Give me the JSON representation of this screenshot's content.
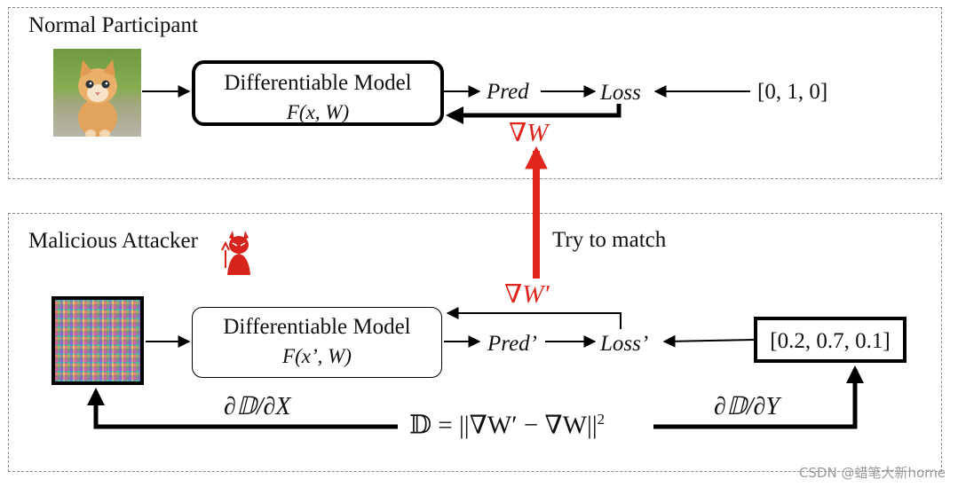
{
  "panels": {
    "normal": {
      "title": "Normal Participant"
    },
    "attacker": {
      "title": "Malicious Attacker"
    }
  },
  "normal": {
    "image_desc": "cat-photo",
    "model_title": "Differentiable Model",
    "model_fn": "F(x, W)",
    "pred": "Pred",
    "loss": "Loss",
    "label": "[0, 1, 0]",
    "grad": "∇W"
  },
  "attacker": {
    "image_desc": "noise-image",
    "model_title": "Differentiable Model",
    "model_fn": "F(x’, W)",
    "pred": "Pred’",
    "loss": "Loss’",
    "label": "[0.2, 0.7, 0.1]",
    "grad": "∇W′",
    "dx": "∂𝔻/∂X",
    "dy": "∂𝔻/∂Y",
    "distance": "𝔻 = ||∇W′ − ∇W||",
    "distance_exp": "2"
  },
  "match_label": "Try to match",
  "watermark": "CSDN @蜡笔大新home",
  "colors": {
    "accent_red": "#e0261c",
    "devil_red": "#d6231b",
    "stroke": "#000000",
    "panel_border": "#8a8a8a"
  }
}
